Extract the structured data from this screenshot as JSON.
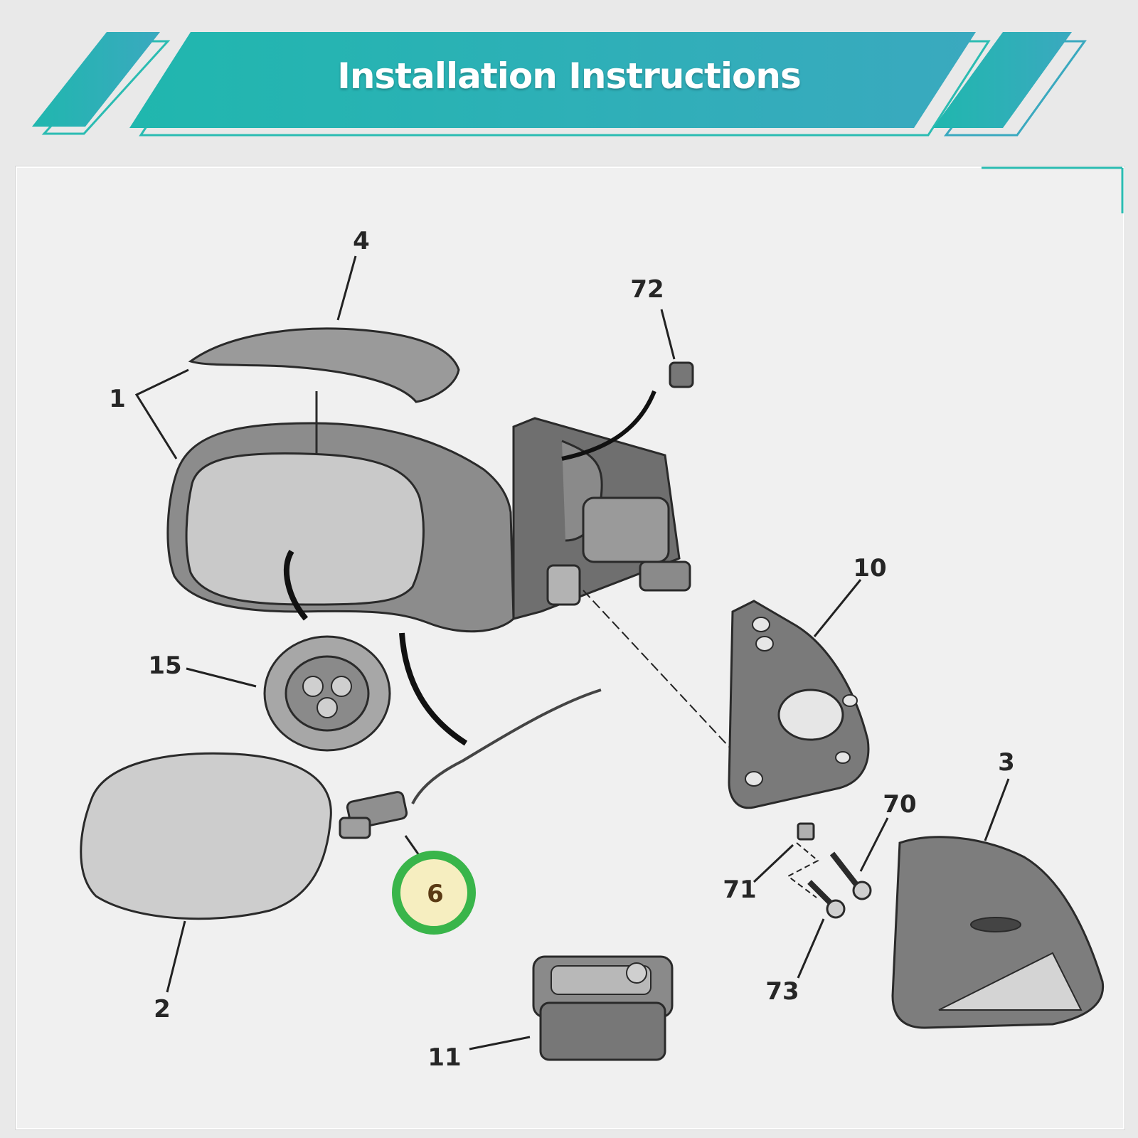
{
  "banner": {
    "title": "Installation Instructions"
  },
  "colors": {
    "banner_teal": "#1fb3ad",
    "highlight_green": "#39b54a",
    "highlight_fill": "#f6eec0"
  },
  "diagram": {
    "labels": {
      "p1": "1",
      "p2": "2",
      "p3": "3",
      "p4": "4",
      "p6": "6",
      "p10": "10",
      "p11": "11",
      "p15": "15",
      "p70": "70",
      "p71": "71",
      "p72": "72",
      "p73": "73"
    },
    "highlighted_part": "6"
  }
}
